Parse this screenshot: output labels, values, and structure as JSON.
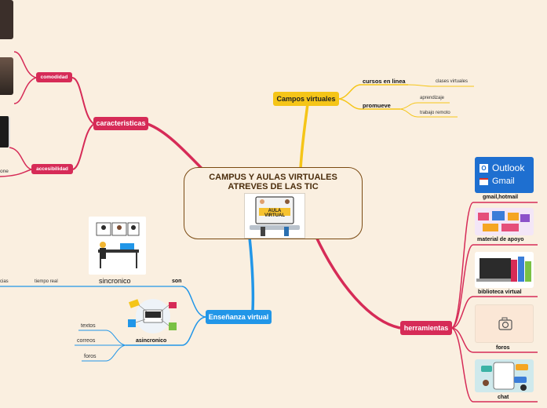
{
  "central": {
    "title_line1": "CAMPUS Y AULAS VIRTUALES",
    "title_line2": "ATREVES DE LAS TIC",
    "image_text": "AULA VIRTUAL"
  },
  "campos": {
    "label": "Campos virtuales",
    "cursos": "cursos en linea",
    "clases": "clases virtuales",
    "promueve": "promueve",
    "aprendizaje": "aprendizaje",
    "trabajo": "trabajo remoto"
  },
  "caracteristicas": {
    "label": "caracteristicas",
    "comodidad": "comodidad",
    "accesibilidad": "accesibilidad",
    "partial_text": "one"
  },
  "ensenanza": {
    "label": "Enseñanza virtual",
    "son": "son",
    "sincronico": "sincronico",
    "tiempo_real": "tiempo real",
    "partial_text": "cias",
    "asincronico": "asincronico",
    "textos": "textos",
    "correos": "correos",
    "foros": "foros"
  },
  "herramientas": {
    "label": "herramientas",
    "gmail": "gmail,hotmail",
    "outlook_logo": "Outlook",
    "gmail_logo": "Gmail",
    "material": "material de apoyo",
    "biblioteca": "biblioteca virtual",
    "foros": "foros",
    "chat": "chat"
  },
  "colors": {
    "crimson": "#d62b57",
    "yellow": "#f5c518",
    "blue": "#2196e8",
    "brown": "#7a4a12",
    "background": "#faefe0"
  }
}
